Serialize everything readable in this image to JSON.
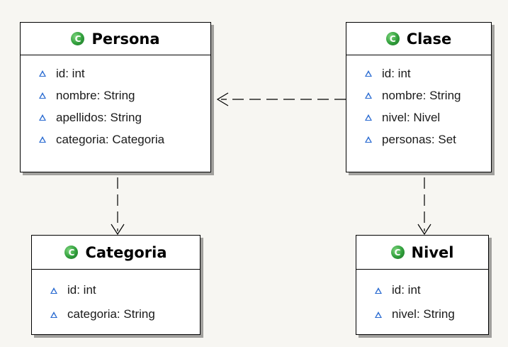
{
  "diagram": {
    "classes": {
      "persona": {
        "name": "Persona",
        "icon_letter": "C",
        "attributes": [
          "id: int",
          "nombre: String",
          "apellidos: String",
          "categoria: Categoria"
        ]
      },
      "clase": {
        "name": "Clase",
        "icon_letter": "C",
        "attributes": [
          "id: int",
          "nombre: String",
          "nivel: Nivel",
          "personas: Set"
        ]
      },
      "categoria": {
        "name": "Categoria",
        "icon_letter": "C",
        "attributes": [
          "id: int",
          "categoria: String"
        ]
      },
      "nivel": {
        "name": "Nivel",
        "icon_letter": "C",
        "attributes": [
          "id: int",
          "nivel: String"
        ]
      }
    },
    "relations": [
      {
        "from": "Clase",
        "to": "Persona",
        "type": "dependency"
      },
      {
        "from": "Persona",
        "to": "Categoria",
        "type": "dependency"
      },
      {
        "from": "Clase",
        "to": "Nivel",
        "type": "dependency"
      }
    ],
    "colors": {
      "class_icon": "#2f9e3a",
      "attribute_icon": "#2a6bd1",
      "border": "#000000",
      "background": "#f7f6f2"
    }
  }
}
